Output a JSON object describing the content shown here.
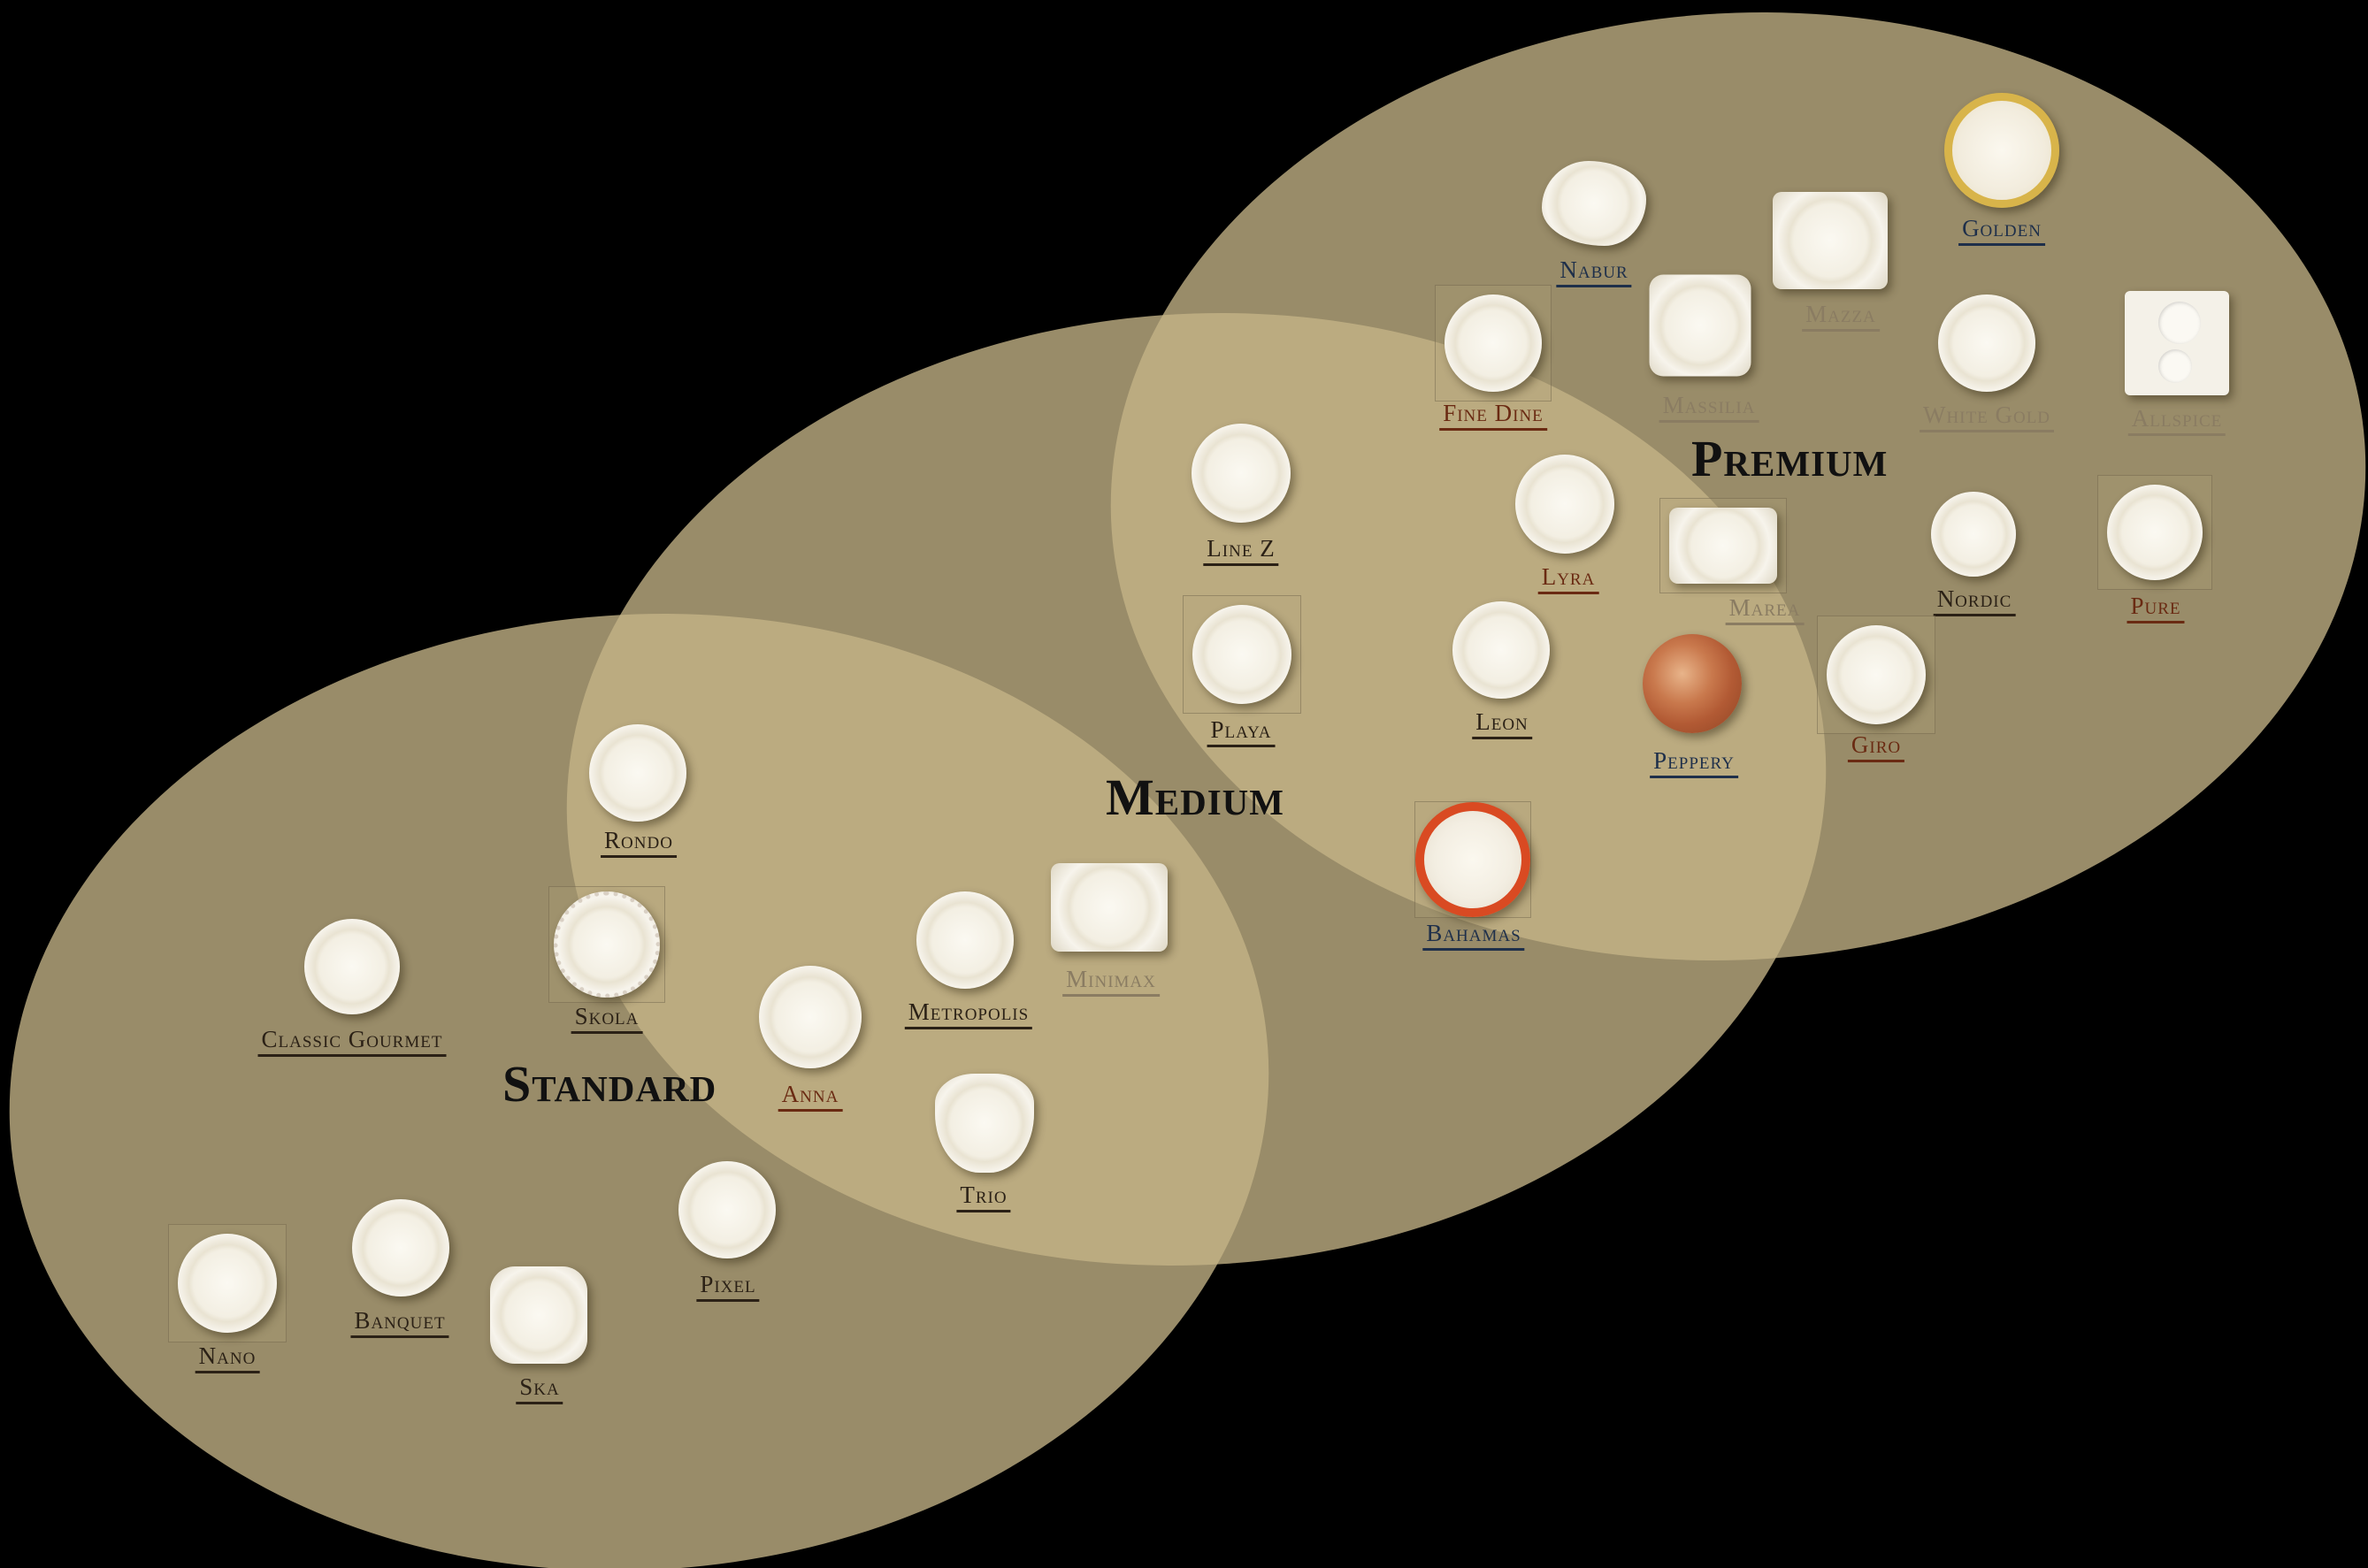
{
  "categories": {
    "premium": "Premium",
    "medium": "Medium",
    "standard": "Standard"
  },
  "products": [
    {
      "id": "golden",
      "name": "Golden",
      "shape": "golden",
      "style": "blue",
      "framed": false
    },
    {
      "id": "nabur",
      "name": "Nabur",
      "shape": "nabur",
      "style": "blue",
      "framed": false
    },
    {
      "id": "mazza",
      "name": "Mazza",
      "shape": "rect",
      "style": "faded",
      "framed": false
    },
    {
      "id": "fine-dine",
      "name": "Fine Dine",
      "shape": "round",
      "style": "red",
      "framed": true
    },
    {
      "id": "massilia",
      "name": "Massilia",
      "shape": "square",
      "style": "faded",
      "framed": false
    },
    {
      "id": "white-gold",
      "name": "White Gold",
      "shape": "round",
      "style": "faded",
      "framed": false
    },
    {
      "id": "allspice",
      "name": "Allspice",
      "shape": "allspice",
      "style": "faded",
      "framed": false
    },
    {
      "id": "line-z",
      "name": "Line Z",
      "shape": "round",
      "style": "default",
      "framed": false
    },
    {
      "id": "lyra",
      "name": "Lyra",
      "shape": "round",
      "style": "red",
      "framed": false
    },
    {
      "id": "marea",
      "name": "Marea",
      "shape": "rect",
      "style": "faded",
      "framed": true
    },
    {
      "id": "nordic",
      "name": "Nordic",
      "shape": "round",
      "style": "default",
      "framed": false
    },
    {
      "id": "pure",
      "name": "Pure",
      "shape": "round",
      "style": "red",
      "framed": true
    },
    {
      "id": "playa",
      "name": "Playa",
      "shape": "round",
      "style": "default",
      "framed": true
    },
    {
      "id": "leon",
      "name": "Leon",
      "shape": "round",
      "style": "default",
      "framed": false
    },
    {
      "id": "peppery",
      "name": "Peppery",
      "shape": "peppery",
      "style": "blue",
      "framed": false
    },
    {
      "id": "giro",
      "name": "Giro",
      "shape": "round",
      "style": "red",
      "framed": true
    },
    {
      "id": "bahamas",
      "name": "Bahamas",
      "shape": "bahamas",
      "style": "blue",
      "framed": true
    },
    {
      "id": "rondo",
      "name": "Rondo",
      "shape": "round",
      "style": "default",
      "framed": false
    },
    {
      "id": "classic-gourmet",
      "name": "Classic Gourmet",
      "shape": "round",
      "style": "default",
      "framed": false
    },
    {
      "id": "skola",
      "name": "Skola",
      "shape": "skola",
      "style": "default",
      "framed": true
    },
    {
      "id": "metropolis",
      "name": "Metropolis",
      "shape": "round",
      "style": "default",
      "framed": false
    },
    {
      "id": "minimax",
      "name": "Minimax",
      "shape": "rect",
      "style": "faded",
      "framed": false
    },
    {
      "id": "anna",
      "name": "Anna",
      "shape": "round",
      "style": "red",
      "framed": false
    },
    {
      "id": "trio",
      "name": "Trio",
      "shape": "trio",
      "style": "default",
      "framed": false
    },
    {
      "id": "pixel",
      "name": "Pixel",
      "shape": "round",
      "style": "default",
      "framed": false
    },
    {
      "id": "nano",
      "name": "Nano",
      "shape": "round",
      "style": "default",
      "framed": true
    },
    {
      "id": "banquet",
      "name": "Banquet",
      "shape": "round",
      "style": "default",
      "framed": false
    },
    {
      "id": "ska",
      "name": "Ska",
      "shape": "ska",
      "style": "default",
      "framed": false
    }
  ]
}
